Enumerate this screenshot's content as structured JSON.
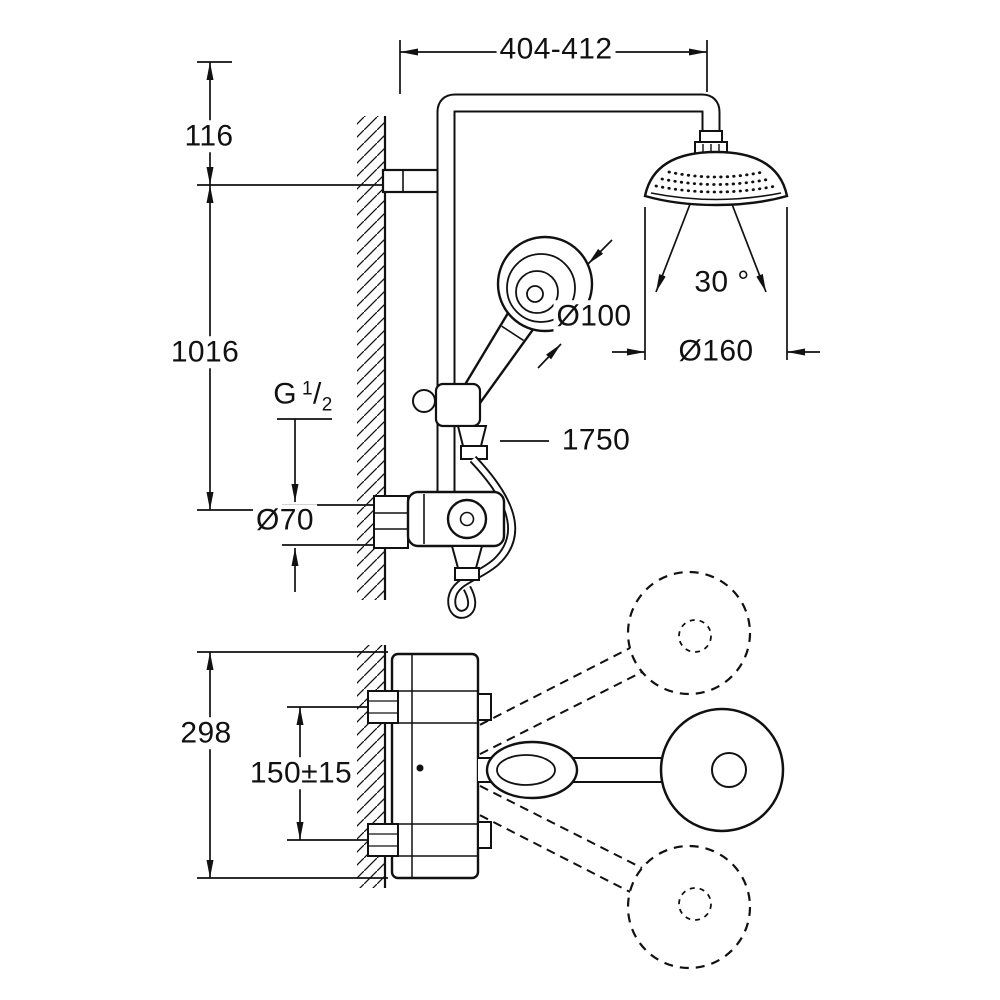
{
  "drawing": {
    "labels": {
      "width_range": "404-412",
      "top_offset": "116",
      "riser_height": "1016",
      "thread_g": "G",
      "thread_num": "1",
      "thread_slash": "/",
      "thread_den": "2",
      "hand_shower_dia": "Ø100",
      "swivel_angle": "30 °",
      "head_shower_dia": "Ø160",
      "hose_length": "1750",
      "escutcheon_dia": "Ø70",
      "body_height": "298",
      "inlet_spacing": "150±15"
    },
    "colors": {
      "line": "#111111",
      "background": "#ffffff"
    }
  }
}
